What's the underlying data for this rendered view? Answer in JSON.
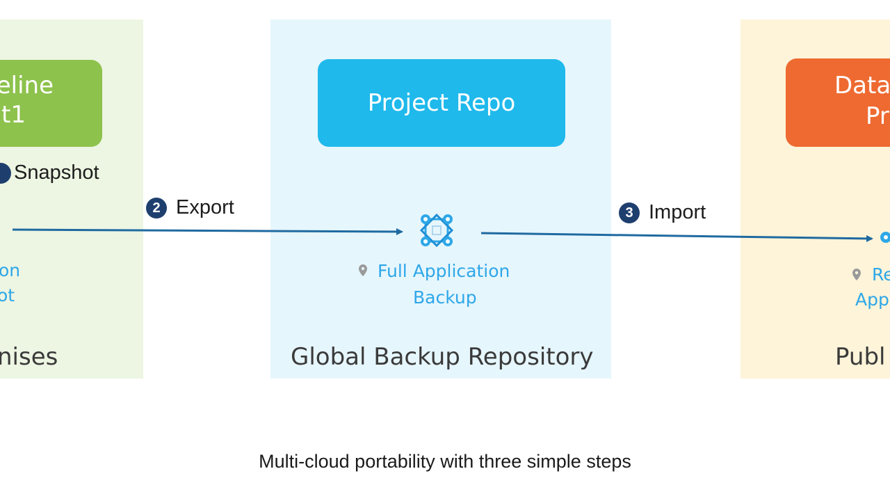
{
  "colors": {
    "left_panel_bg": "#edf5e3",
    "center_panel_bg": "#e6f6fd",
    "right_panel_bg": "#fdf4d9",
    "green_box": "#8dc24c",
    "blue_box": "#1fb9ec",
    "orange_box": "#ee6a31",
    "arrow": "#1f6aa0",
    "badge": "#1e3f6e",
    "link_text": "#2ea7e8"
  },
  "left": {
    "box_line1": "eline",
    "box_line2": "ct1",
    "step_text": "Snapshot",
    "item_line1": "on",
    "item_line2": "ot",
    "panel_title": "nises"
  },
  "center": {
    "box_label": "Project Repo",
    "item_line1": "Full Application",
    "item_line2": "Backup",
    "panel_title": "Global Backup Repository",
    "icon": "network-backup-icon"
  },
  "right": {
    "box_line1": "Data",
    "box_line2": "Pr",
    "item_line1": "Re",
    "item_line2": "App",
    "panel_title": "Publ",
    "icon": "network-restore-icon"
  },
  "steps": {
    "export": {
      "number": "2",
      "label": "Export"
    },
    "import": {
      "number": "3",
      "label": "Import"
    }
  },
  "caption": "Multi-cloud portability with three simple steps"
}
